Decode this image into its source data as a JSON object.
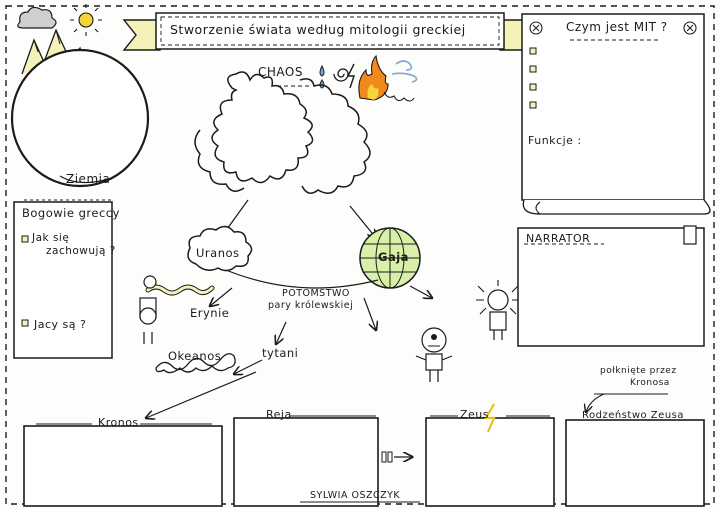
{
  "title": "Stworzenie świata według mitologii greckiej",
  "earth_label": "Ziemia",
  "chaos_label": "CHAOS",
  "myth_box": {
    "title": "Czym jest MIT ?",
    "functions_label": "Funkcje :"
  },
  "gods_box": {
    "title": "Bogowie greccy",
    "q1_line1": "Jak się",
    "q1_line2": "zachowują ?",
    "q2": "Jacy są ?"
  },
  "narrator_label": "NARRATOR",
  "nodes": {
    "uranos": "Uranos",
    "gaja": "Gaja",
    "erynie": "Erynie",
    "offspring_line1": "POTOMSTWO",
    "offspring_line2": "pary królewskiej",
    "okeanos": "Okeanos",
    "tytani": "tytani",
    "kronos": "Kronos",
    "reja": "Reja",
    "zeus": "Zeus",
    "swallowed_line1": "połknięte przez",
    "swallowed_line2": "Kronosa",
    "zeus_birth": "Rodzeństwo Zeusa"
  },
  "author": "SYLWIA OSZCZYK",
  "colors": {
    "ink": "#1b1b1b",
    "highlight": "#f4f2b8",
    "earth_green": "#d8f0a8",
    "fire_orange": "#f08a1c",
    "fire_yellow": "#f6d53a",
    "swirl_blue": "#7aa6d8",
    "lightning": "#e8c21a"
  }
}
